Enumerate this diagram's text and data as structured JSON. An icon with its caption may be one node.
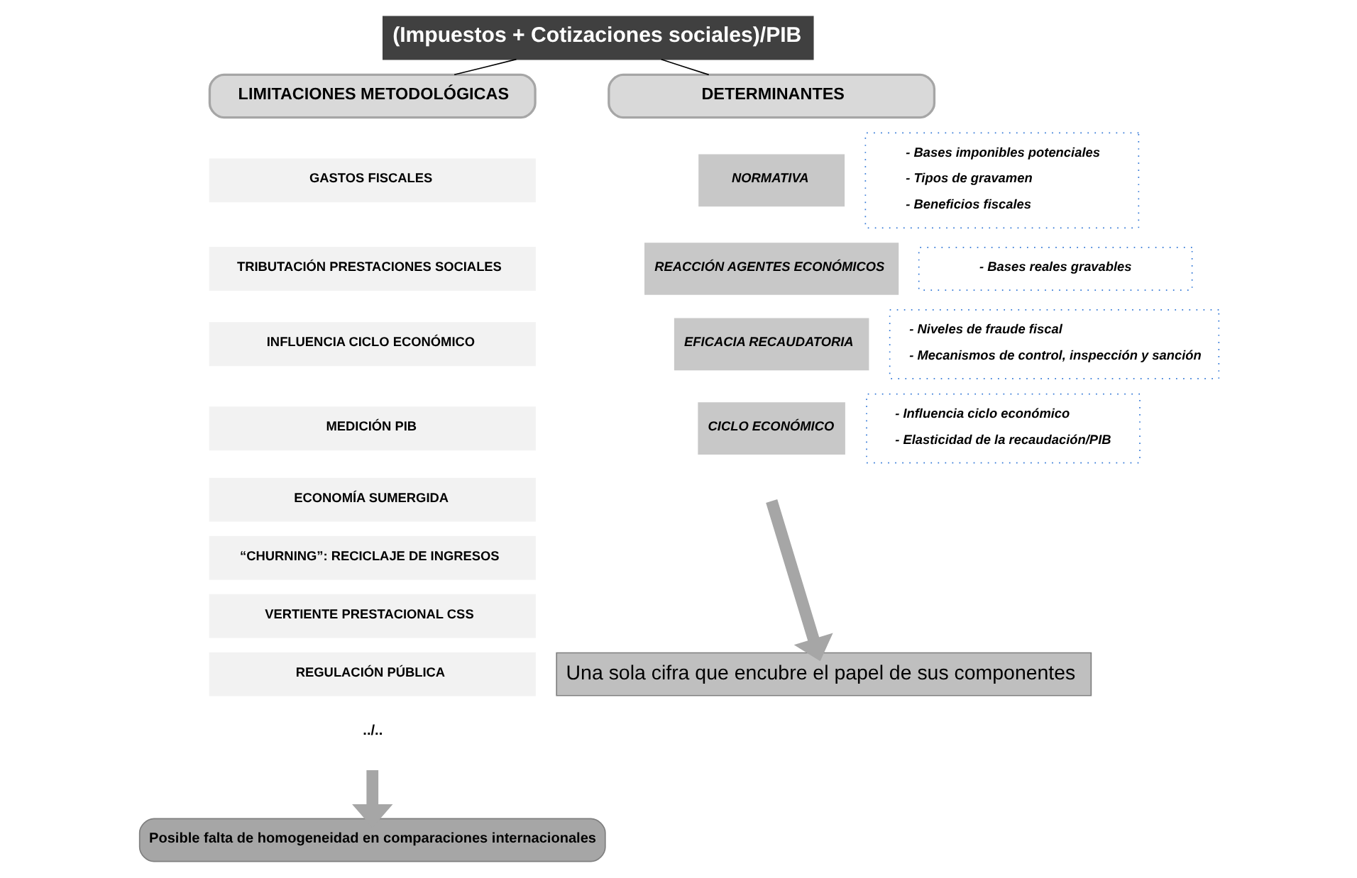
{
  "diagram": {
    "nodes": [
      {
        "text": [
          "(Impuestos + Cotizaciones sociales)/PIB"
        ]
      },
      {
        "text": [
          "LIMITACIONES METODOLÓGICAS"
        ]
      },
      {
        "text": [
          "DETERMINANTES"
        ]
      },
      {
        "text": [
          "GASTOS FISCALES"
        ]
      },
      {
        "text": [
          "TRIBUTACIÓN PRESTACIONES SOCIALES"
        ]
      },
      {
        "text": [
          "INFLUENCIA CICLO ECONÓMICO"
        ]
      },
      {
        "text": [
          "MEDICIÓN PIB"
        ]
      },
      {
        "text": [
          "ECONOMÍA SUMERGIDA"
        ]
      },
      {
        "text": [
          "“CHURNING”: RECICLAJE DE INGRESOS"
        ]
      },
      {
        "text": [
          "VERTIENTE PRESTACIONAL CSS"
        ]
      },
      {
        "text": [
          "REGULACIÓN PÚBLICA"
        ]
      },
      {
        "text": [
          "Posible falta de homogeneidad en comparaciones internacionales"
        ]
      },
      {
        "text": [
          "NORMATIVA"
        ]
      },
      {
        "text": [
          "- Bases imponibles potenciales",
          "- Tipos de gravamen",
          "- Beneficios fiscales"
        ]
      },
      {
        "text": [
          "REACCIÓN AGENTES ECONÓMICOS"
        ]
      },
      {
        "text": [
          "- Bases reales gravables"
        ]
      },
      {
        "text": [
          "EFICACIA RECAUDATORIA"
        ]
      },
      {
        "text": [
          "- Niveles de fraude fiscal",
          "- Mecanismos de control, inspección y sanción"
        ]
      },
      {
        "text": [
          "CICLO ECONÓMICO"
        ]
      },
      {
        "text": [
          "- Influencia ciclo económico",
          "- Elasticidad de la recaudación/PIB"
        ]
      },
      {
        "text": [
          "Una sola cifra que encubre el papel de sus componentes"
        ]
      }
    ],
    "edges": [
      {
        "from": 0,
        "to": 1,
        "arrow": "none"
      },
      {
        "from": 0,
        "to": 2,
        "arrow": "none"
      },
      {
        "from": null,
        "to": 11,
        "arrow": "to",
        "style": "thick",
        "color": "#a6a6a6"
      },
      {
        "from": null,
        "to": 20,
        "arrow": "to",
        "style": "thick",
        "color": "#a6a6a6"
      }
    ],
    "labels": [
      "../.."
    ]
  }
}
